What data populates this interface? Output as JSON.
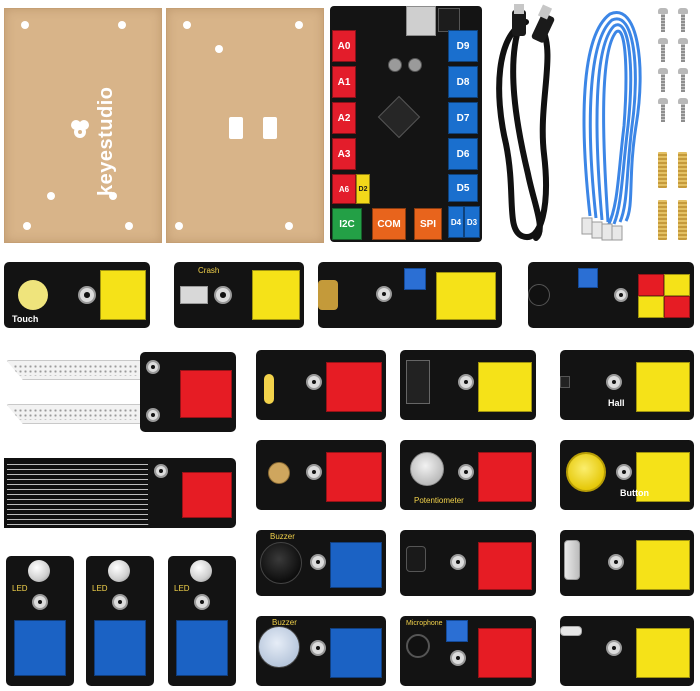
{
  "image": {
    "brand_text": "keyestudio",
    "board_ports_left": [
      "A0",
      "A1",
      "A2",
      "A3"
    ],
    "board_ports_right": [
      "D9",
      "D8",
      "D7",
      "D6",
      "D5",
      "D4",
      "D3"
    ],
    "board_ports_bottom": [
      "I2C",
      "COM",
      "SPI"
    ],
    "board_port_small": [
      "A6",
      "D2"
    ],
    "module_labels": {
      "touch": "Touch",
      "crash": "Crash",
      "hall": "Hall",
      "potentiometer": "Potentiometer",
      "button": "Button",
      "buzzer": "Buzzer",
      "microphone": "Microphone",
      "led": "LED"
    },
    "colors": {
      "plate": "#d8b489",
      "board": "#141414",
      "red": "#e61c24",
      "yellow": "#f5e218",
      "blue": "#1b62c4",
      "green": "#23a046",
      "orange": "#e8641c",
      "usb_cable": "#111111",
      "dupont_cable": "#3c86e6"
    }
  }
}
